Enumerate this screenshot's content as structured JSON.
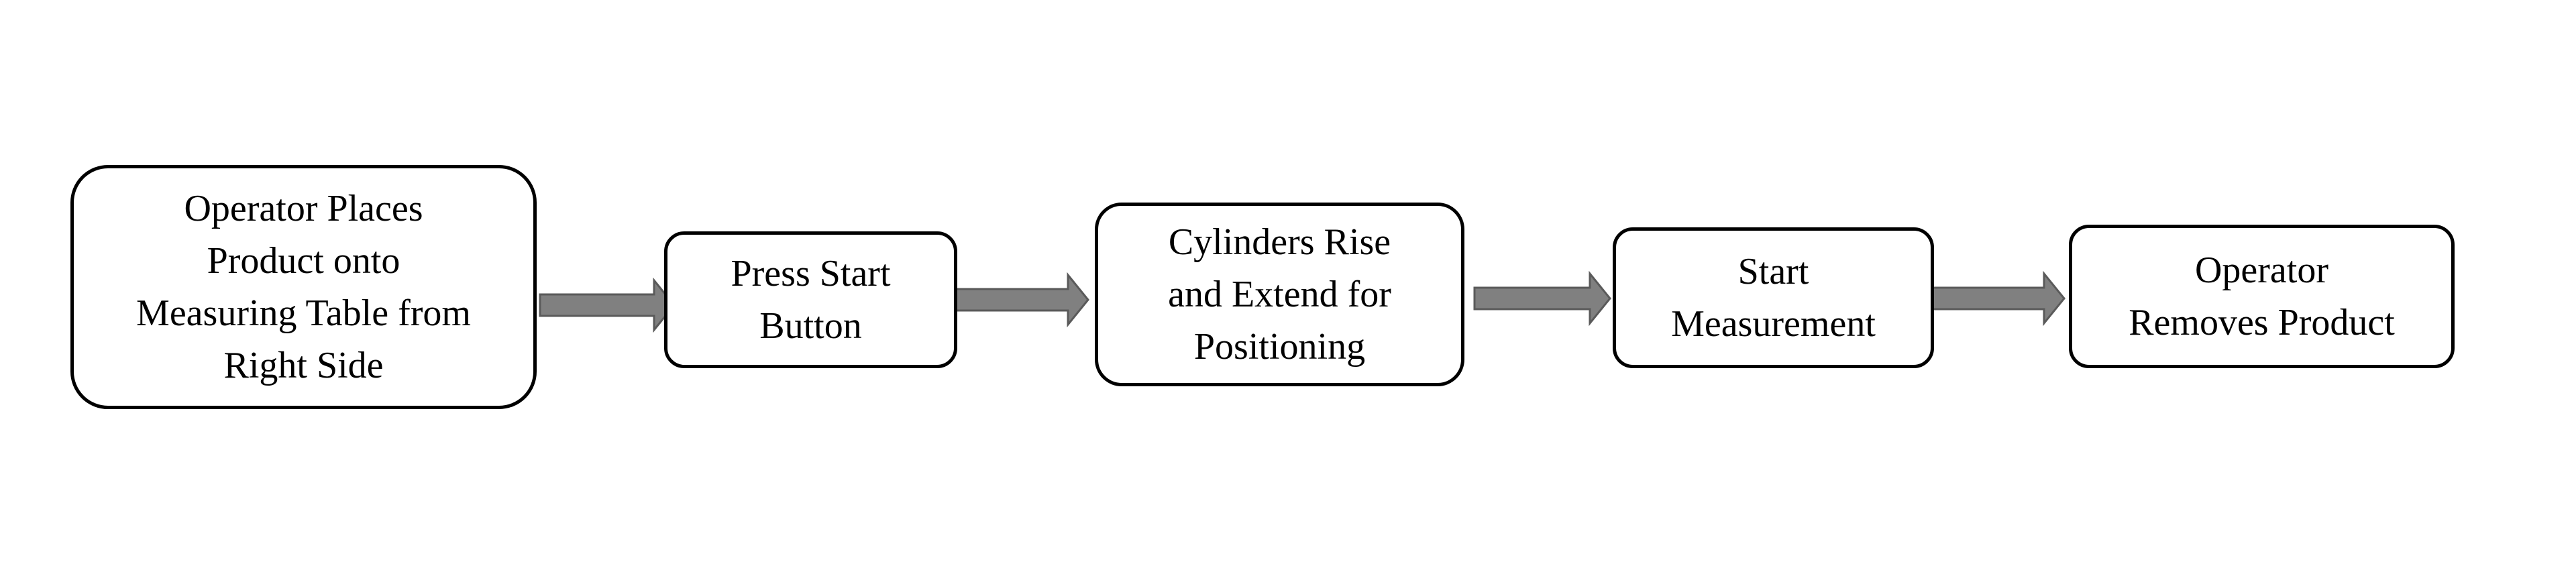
{
  "steps": [
    {
      "label": "Operator Places\nProduct onto\nMeasuring Table from\nRight Side"
    },
    {
      "label": "Press Start\nButton"
    },
    {
      "label": "Cylinders Rise\nand Extend for\nPositioning"
    },
    {
      "label": "Start\nMeasurement"
    },
    {
      "label": "Operator\nRemoves Product"
    }
  ],
  "colors": {
    "box_border": "#000000",
    "box_fill": "#ffffff",
    "arrow_fill": "#808080",
    "arrow_stroke": "#5a5a5a"
  }
}
